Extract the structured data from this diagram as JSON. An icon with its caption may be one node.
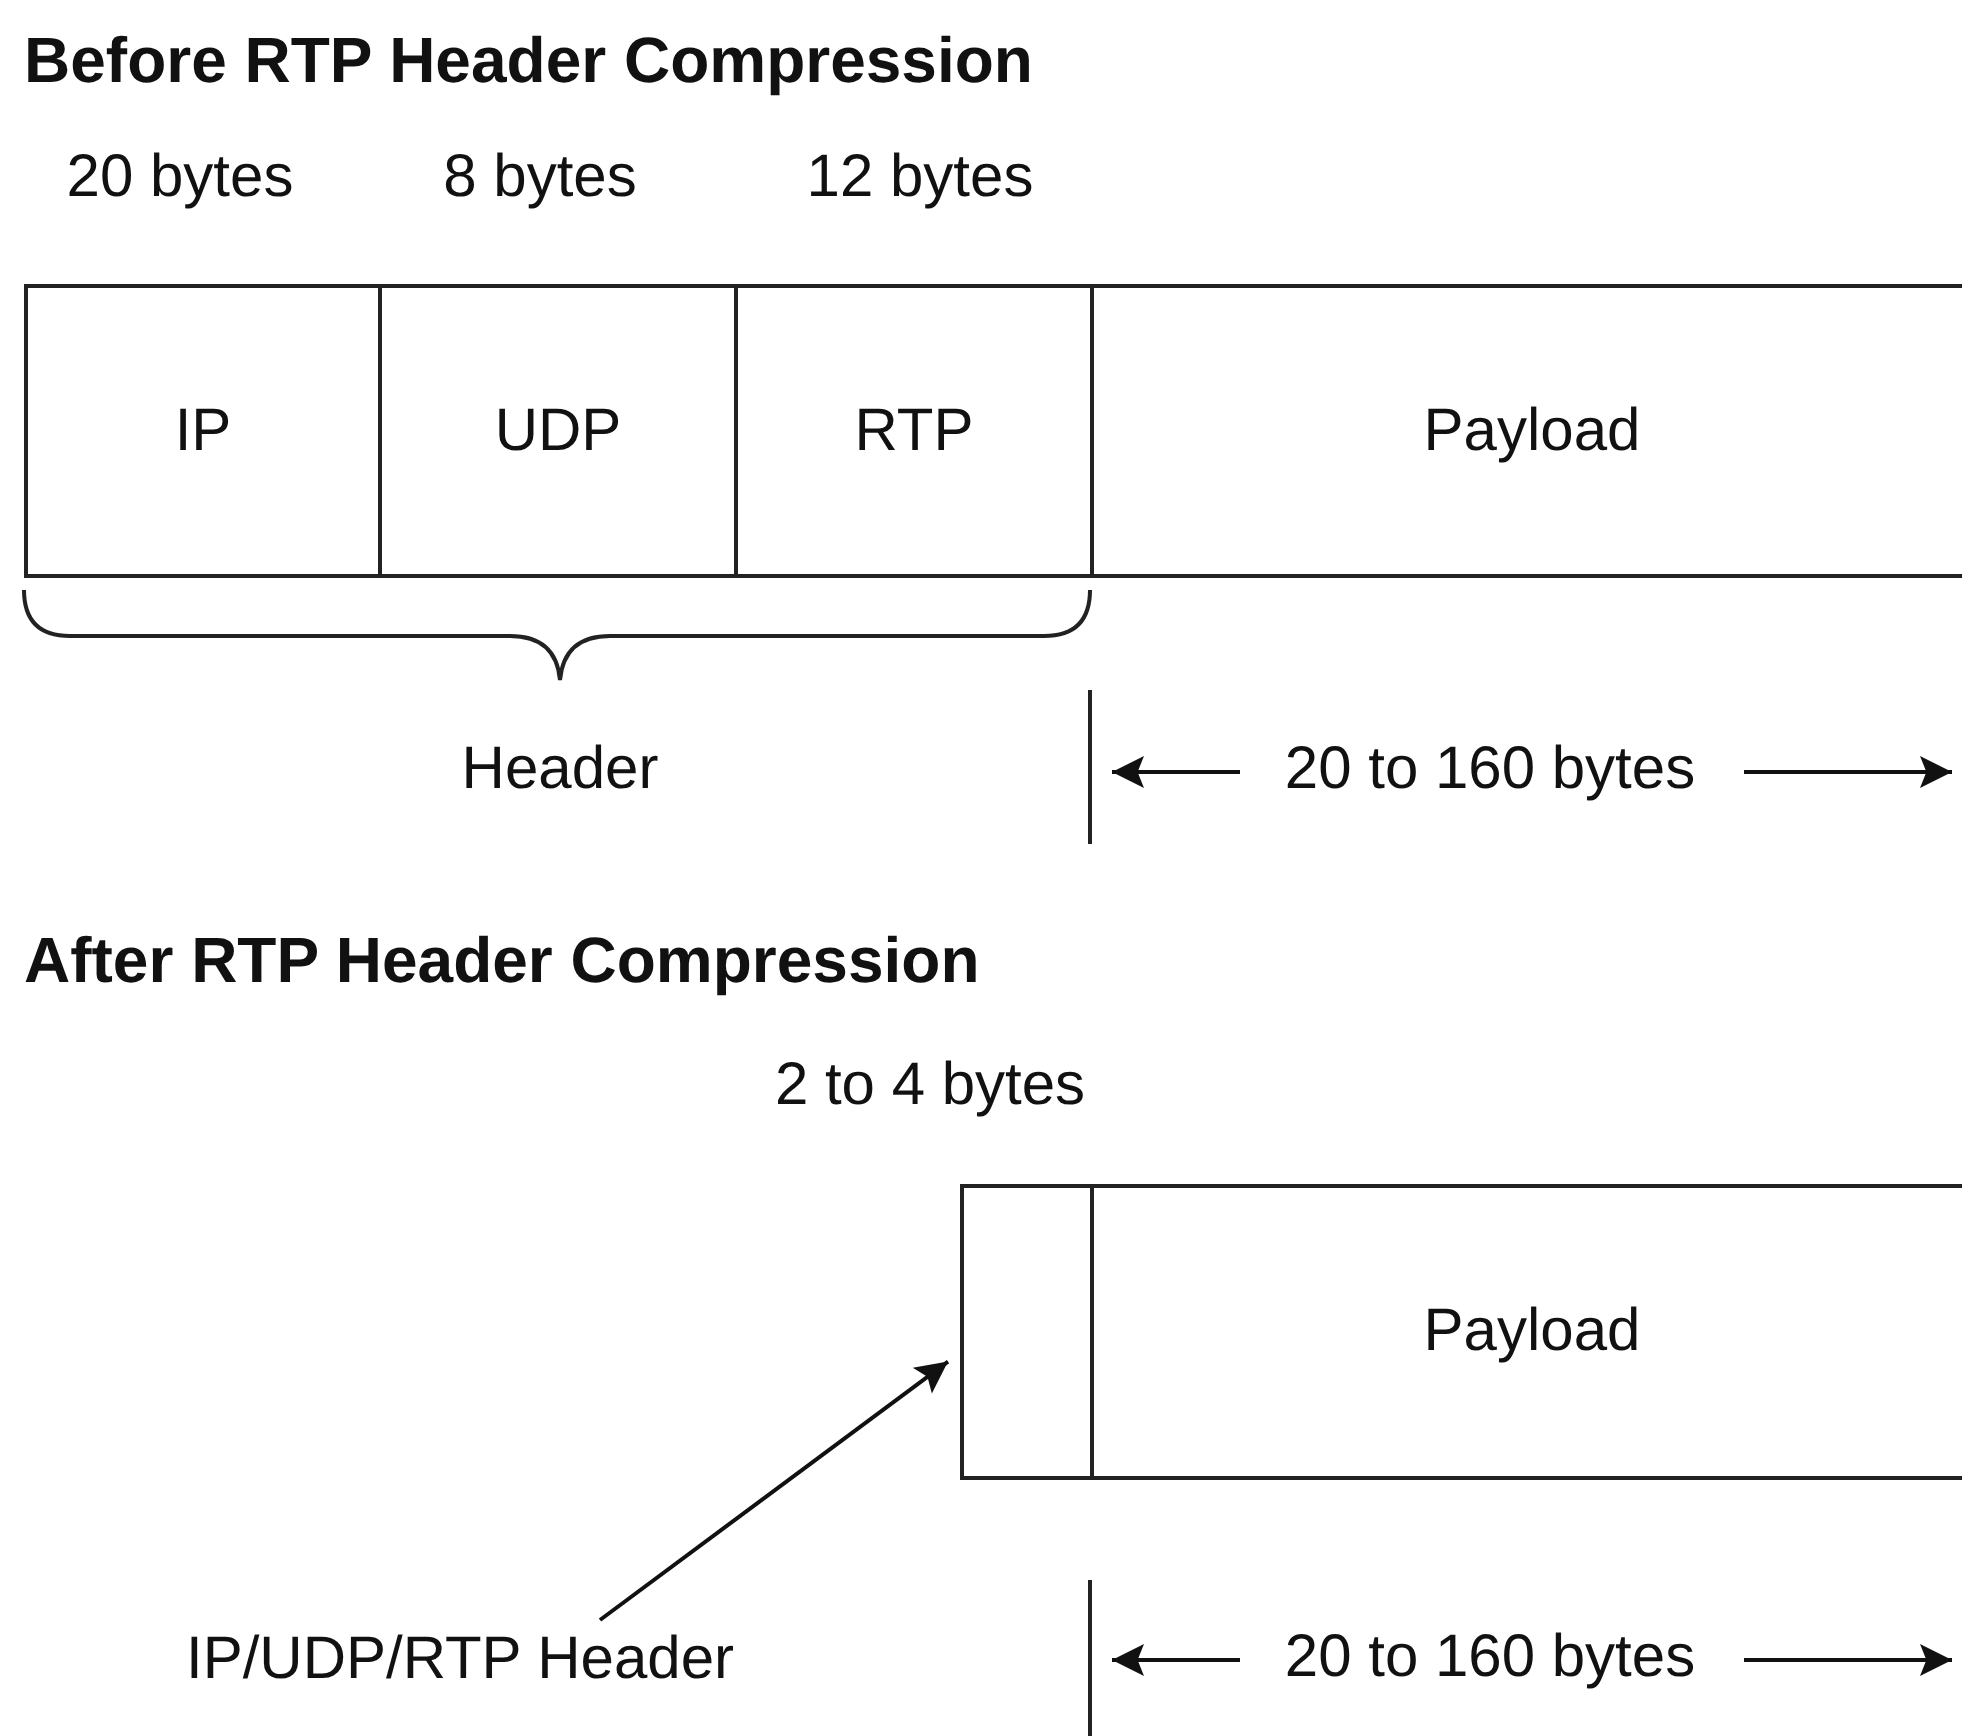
{
  "diagram": {
    "nodes": [
      {
        "text": [
          "IP"
        ]
      },
      {
        "text": [
          "UDP"
        ]
      },
      {
        "text": [
          "RTP"
        ]
      },
      {
        "text": [
          "Payload"
        ]
      },
      {
        "text": [],
        "shape": "box"
      },
      {
        "text": [
          "Payload"
        ]
      },
      {
        "text": [
          "IP/UDP/RTP Header"
        ]
      }
    ],
    "edges": [
      {
        "from": 6,
        "to": 4,
        "arrow": "to"
      }
    ],
    "labels": [
      "Before RTP Header Compression",
      "20 bytes",
      "8 bytes",
      "12 bytes",
      "Header",
      "20 to 160 bytes",
      "After RTP Header Compression",
      "2 to 4 bytes",
      "20 to 160 bytes"
    ]
  }
}
